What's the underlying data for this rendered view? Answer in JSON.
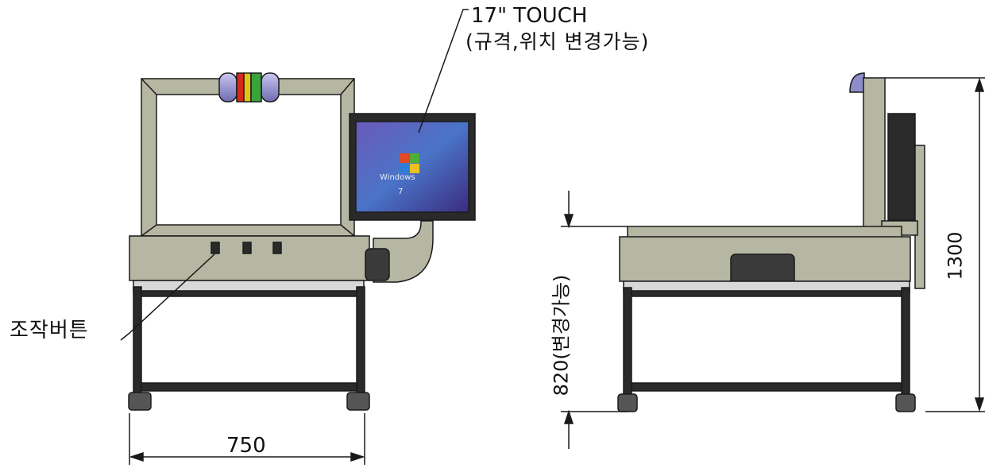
{
  "annotations": {
    "touch_title": "17\" TOUCH",
    "touch_note": "(규격,위치 변경가능)",
    "buttons_label": "조작버튼",
    "width_dim": "750",
    "height_dim": "1300",
    "h820_dim": "820(변경가능)"
  },
  "screen": {
    "brand": "Windows",
    "version": "7"
  },
  "colors": {
    "frame": "#b6b7a3",
    "outline": "#1a1a1a",
    "screen_bg": "#4a3a8e",
    "lamp_red": "#d42a1c",
    "lamp_yellow": "#e3c21a",
    "lamp_green": "#3aa43c",
    "lamp_cap": "#8f8ccc"
  }
}
